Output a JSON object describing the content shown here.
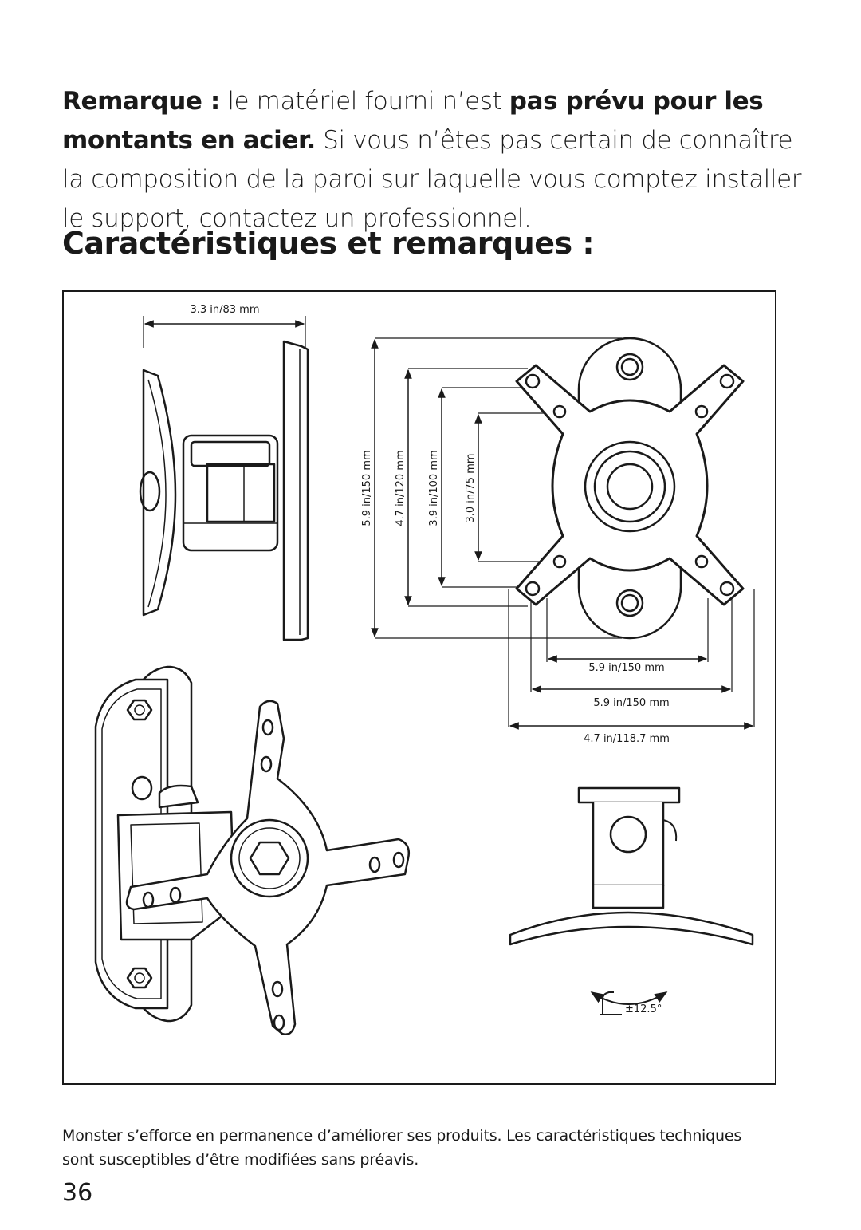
{
  "note": {
    "lead_bold": "Remarque :",
    "text_1": " le matériel fourni n’est ",
    "emph": "pas prévu pour les montants en acier.",
    "text_2": " Si vous n’êtes pas certain de connaître la composition de la paroi sur laquelle vous comptez installer le support, contactez un professionnel."
  },
  "heading": "Caractéristiques et remarques :",
  "figure": {
    "dim_top_width": "3.3 in/83 mm",
    "dim_v_150": "5.9 in/150 mm",
    "dim_v_120": "4.7 in/120 mm",
    "dim_v_100": "3.9 in/100 mm",
    "dim_v_75": "3.0 in/75 mm",
    "dim_h_150_inner": "5.9 in/150 mm",
    "dim_h_150_outer": "5.9 in/150 mm",
    "dim_h_total": "4.7 in/118.7 mm",
    "tilt_label": "±12.5°"
  },
  "footer": "Monster s’efforce en permanence d’améliorer ses produits. Les caractéristiques techniques sont susceptibles d’être modifiées sans préavis.",
  "page_number": "36"
}
